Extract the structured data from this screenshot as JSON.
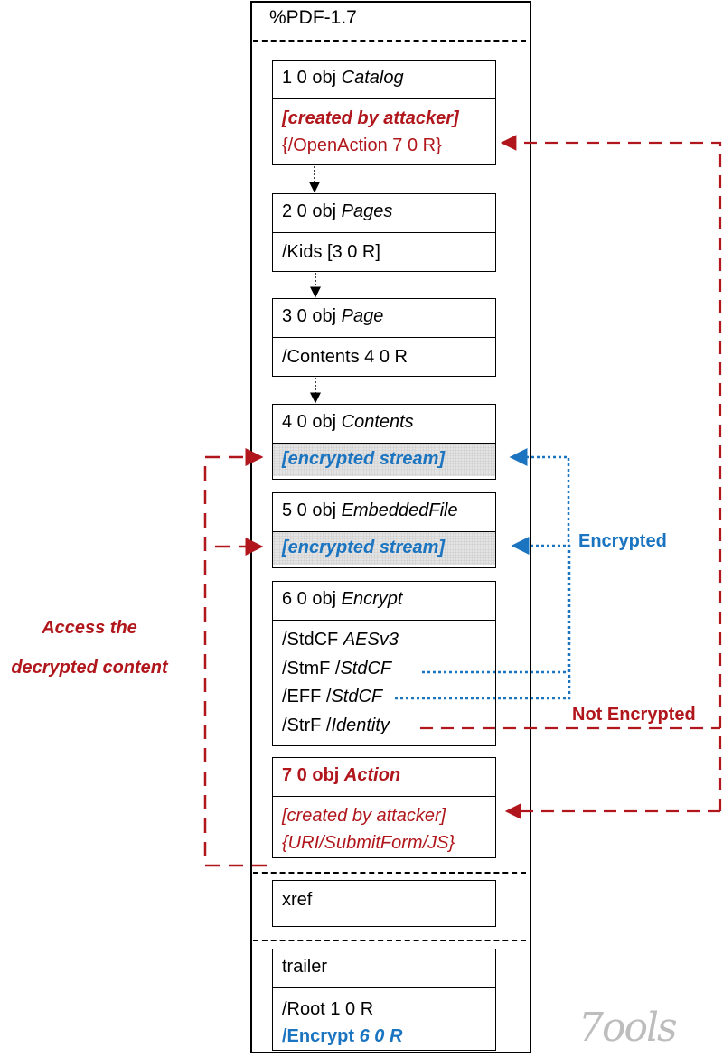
{
  "header": "%PDF-1.7",
  "objects": [
    {
      "num": "1 0 obj",
      "type": "Catalog",
      "lines": [
        "[created by attacker]",
        "{/OpenAction 7 0 R}"
      ]
    },
    {
      "num": "2 0 obj",
      "type": "Pages",
      "lines": [
        "/Kids [3 0 R]"
      ]
    },
    {
      "num": "3 0 obj",
      "type": "Page",
      "lines": [
        "/Contents 4 0 R"
      ]
    },
    {
      "num": "4 0 obj",
      "type": "Contents",
      "lines": [
        "[encrypted stream]"
      ]
    },
    {
      "num": "5 0 obj",
      "type": "EmbeddedFile",
      "lines": [
        "[encrypted stream]"
      ]
    },
    {
      "num": "6 0 obj",
      "type": "Encrypt",
      "lines": [
        {
          "key": "/StdCF",
          "val": "AESv3"
        },
        {
          "key": "/StmF /",
          "val": "StdCF"
        },
        {
          "key": "/EFF /",
          "val": "StdCF"
        },
        {
          "key": "/StrF /",
          "val": "Identity"
        }
      ]
    },
    {
      "num": "7 0 obj",
      "type": "Action",
      "lines": [
        "[created by attacker]",
        "{URI/SubmitForm/JS}"
      ]
    }
  ],
  "xref": "xref",
  "trailer": {
    "title": "trailer",
    "root": "/Root 1 0 R",
    "encrypt_key": "/Encrypt",
    "encrypt_val": "6 0 R"
  },
  "labels": {
    "encrypted": "Encrypted",
    "not_encrypted": "Not Encrypted",
    "access_line1": "Access the",
    "access_line2": "decrypted content"
  },
  "watermark": "7ools",
  "colors": {
    "attacker_red": "#b0161b",
    "encrypted_blue": "#1b74c0"
  }
}
